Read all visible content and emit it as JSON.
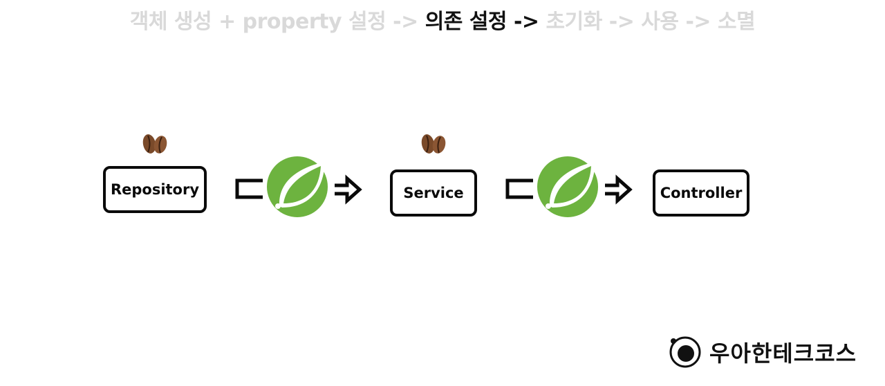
{
  "lifecycle": {
    "steps": [
      {
        "text": "객체 생성 + property 설정 ->",
        "active": false
      },
      {
        "text": "의존 설정 ->",
        "active": true
      },
      {
        "text": "초기화 ->",
        "active": false
      },
      {
        "text": "사용 ->",
        "active": false
      },
      {
        "text": "소멸",
        "active": false
      }
    ]
  },
  "boxes": {
    "repository": "Repository",
    "service": "Service",
    "controller": "Controller"
  },
  "brand": {
    "name": "우아한테크코스"
  },
  "colors": {
    "spring_green": "#6db33f",
    "bean_brown": "#7a4a2a",
    "stroke": "#0a0a0a"
  }
}
